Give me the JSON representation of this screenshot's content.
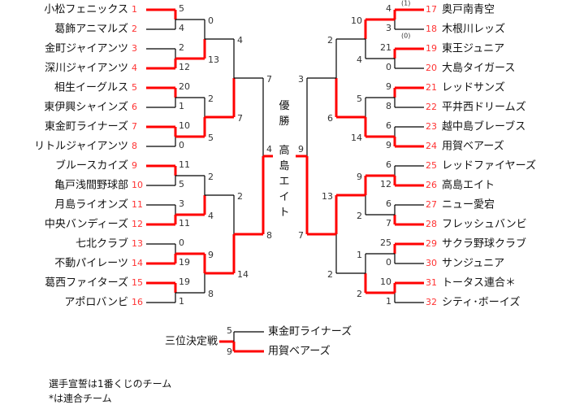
{
  "colors": {
    "win": "#ff0000",
    "line": "#000000",
    "seed": "#ff3333"
  },
  "left": {
    "teams": [
      {
        "seed": "1",
        "name": "小松フェニックス"
      },
      {
        "seed": "2",
        "name": "葛飾アニマルズ"
      },
      {
        "seed": "3",
        "name": "金町ジャイアンツ"
      },
      {
        "seed": "4",
        "name": "深川ジャイアンツ"
      },
      {
        "seed": "5",
        "name": "相生イーグルス"
      },
      {
        "seed": "6",
        "name": "東伊興シャインズ"
      },
      {
        "seed": "7",
        "name": "東金町ライナーズ"
      },
      {
        "seed": "8",
        "name": "リトルジャイアンツ"
      },
      {
        "seed": "9",
        "name": "ブルースカイズ"
      },
      {
        "seed": "10",
        "name": "亀戸浅間野球部"
      },
      {
        "seed": "11",
        "name": "月島ライオンズ"
      },
      {
        "seed": "12",
        "name": "中央バンディーズ"
      },
      {
        "seed": "13",
        "name": "七北クラブ"
      },
      {
        "seed": "14",
        "name": "不動パイレーツ"
      },
      {
        "seed": "15",
        "name": "葛西ファイターズ"
      },
      {
        "seed": "16",
        "name": "アポロバンビ"
      }
    ],
    "rounds": [
      [
        [
          5,
          4
        ],
        [
          2,
          12
        ],
        [
          20,
          1
        ],
        [
          10,
          0
        ],
        [
          11,
          5
        ],
        [
          3,
          11
        ],
        [
          0,
          19
        ],
        [
          19,
          1
        ]
      ],
      [
        [
          0,
          13
        ],
        [
          2,
          5
        ],
        [
          2,
          4
        ],
        [
          9,
          8
        ]
      ],
      [
        [
          4,
          7
        ],
        [
          2,
          14
        ]
      ],
      [
        [
          7,
          8
        ]
      ]
    ]
  },
  "right": {
    "teams": [
      {
        "seed": "17",
        "name": "奥戸南青空"
      },
      {
        "seed": "18",
        "name": "木根川レッズ"
      },
      {
        "seed": "19",
        "name": "東王ジュニア"
      },
      {
        "seed": "20",
        "name": "大島タイガース"
      },
      {
        "seed": "21",
        "name": "レッドサンズ"
      },
      {
        "seed": "22",
        "name": "平井西ドリームズ"
      },
      {
        "seed": "23",
        "name": "越中島ブレーブス"
      },
      {
        "seed": "24",
        "name": "用賀ベアーズ"
      },
      {
        "seed": "25",
        "name": "レッドファイヤーズ"
      },
      {
        "seed": "26",
        "name": "高島エイト"
      },
      {
        "seed": "27",
        "name": "ニュー愛宕"
      },
      {
        "seed": "28",
        "name": "フレッシュバンビ"
      },
      {
        "seed": "29",
        "name": "サクラ野球クラブ"
      },
      {
        "seed": "30",
        "name": "サンジュニア"
      },
      {
        "seed": "31",
        "name": "トータス連合＊"
      },
      {
        "seed": "32",
        "name": "シティ･ボーイズ"
      }
    ],
    "rounds": [
      [
        [
          4,
          3
        ],
        [
          21,
          0
        ],
        [
          9,
          8
        ],
        [
          6,
          9
        ],
        [
          6,
          12
        ],
        [
          6,
          7
        ],
        [
          25,
          0
        ],
        [
          10,
          1
        ]
      ],
      [
        [
          10,
          4
        ],
        [
          5,
          14
        ],
        [
          9,
          2
        ],
        [
          1,
          2
        ]
      ],
      [
        [
          2,
          6
        ],
        [
          13,
          2
        ]
      ],
      [
        [
          3,
          7
        ]
      ]
    ],
    "tiebreak": {
      "top": "(1)",
      "bottom": "(0)"
    }
  },
  "final": {
    "scores": [
      4,
      9
    ],
    "title": "優勝",
    "champion": "高島エイト"
  },
  "third_place": {
    "label": "三位決定戦",
    "teams": [
      "東金町ライナーズ",
      "用賀ベアーズ"
    ],
    "scores": [
      5,
      9
    ]
  },
  "notes": [
    "選手宣誓は1番くじのチーム",
    "*は連合チーム"
  ]
}
